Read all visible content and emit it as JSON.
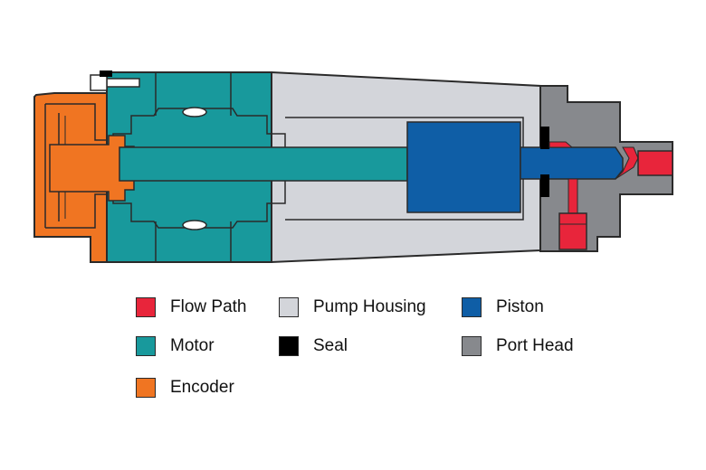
{
  "colors": {
    "flow_path": "#e8253b",
    "pump_housing": "#d3d5da",
    "piston": "#0f5ea6",
    "motor": "#18999c",
    "seal": "#000000",
    "port_head": "#87898d",
    "encoder": "#f07522",
    "outline": "#2a2a2a"
  },
  "legend": {
    "items": [
      {
        "label": "Flow Path",
        "color": "#e8253b"
      },
      {
        "label": "Pump Housing",
        "color": "#d3d5da"
      },
      {
        "label": "Piston",
        "color": "#0f5ea6"
      },
      {
        "label": "Motor",
        "color": "#18999c"
      },
      {
        "label": "Seal",
        "color": "#000000"
      },
      {
        "label": "Port Head",
        "color": "#87898d"
      },
      {
        "label": "Encoder",
        "color": "#f07522"
      }
    ]
  }
}
